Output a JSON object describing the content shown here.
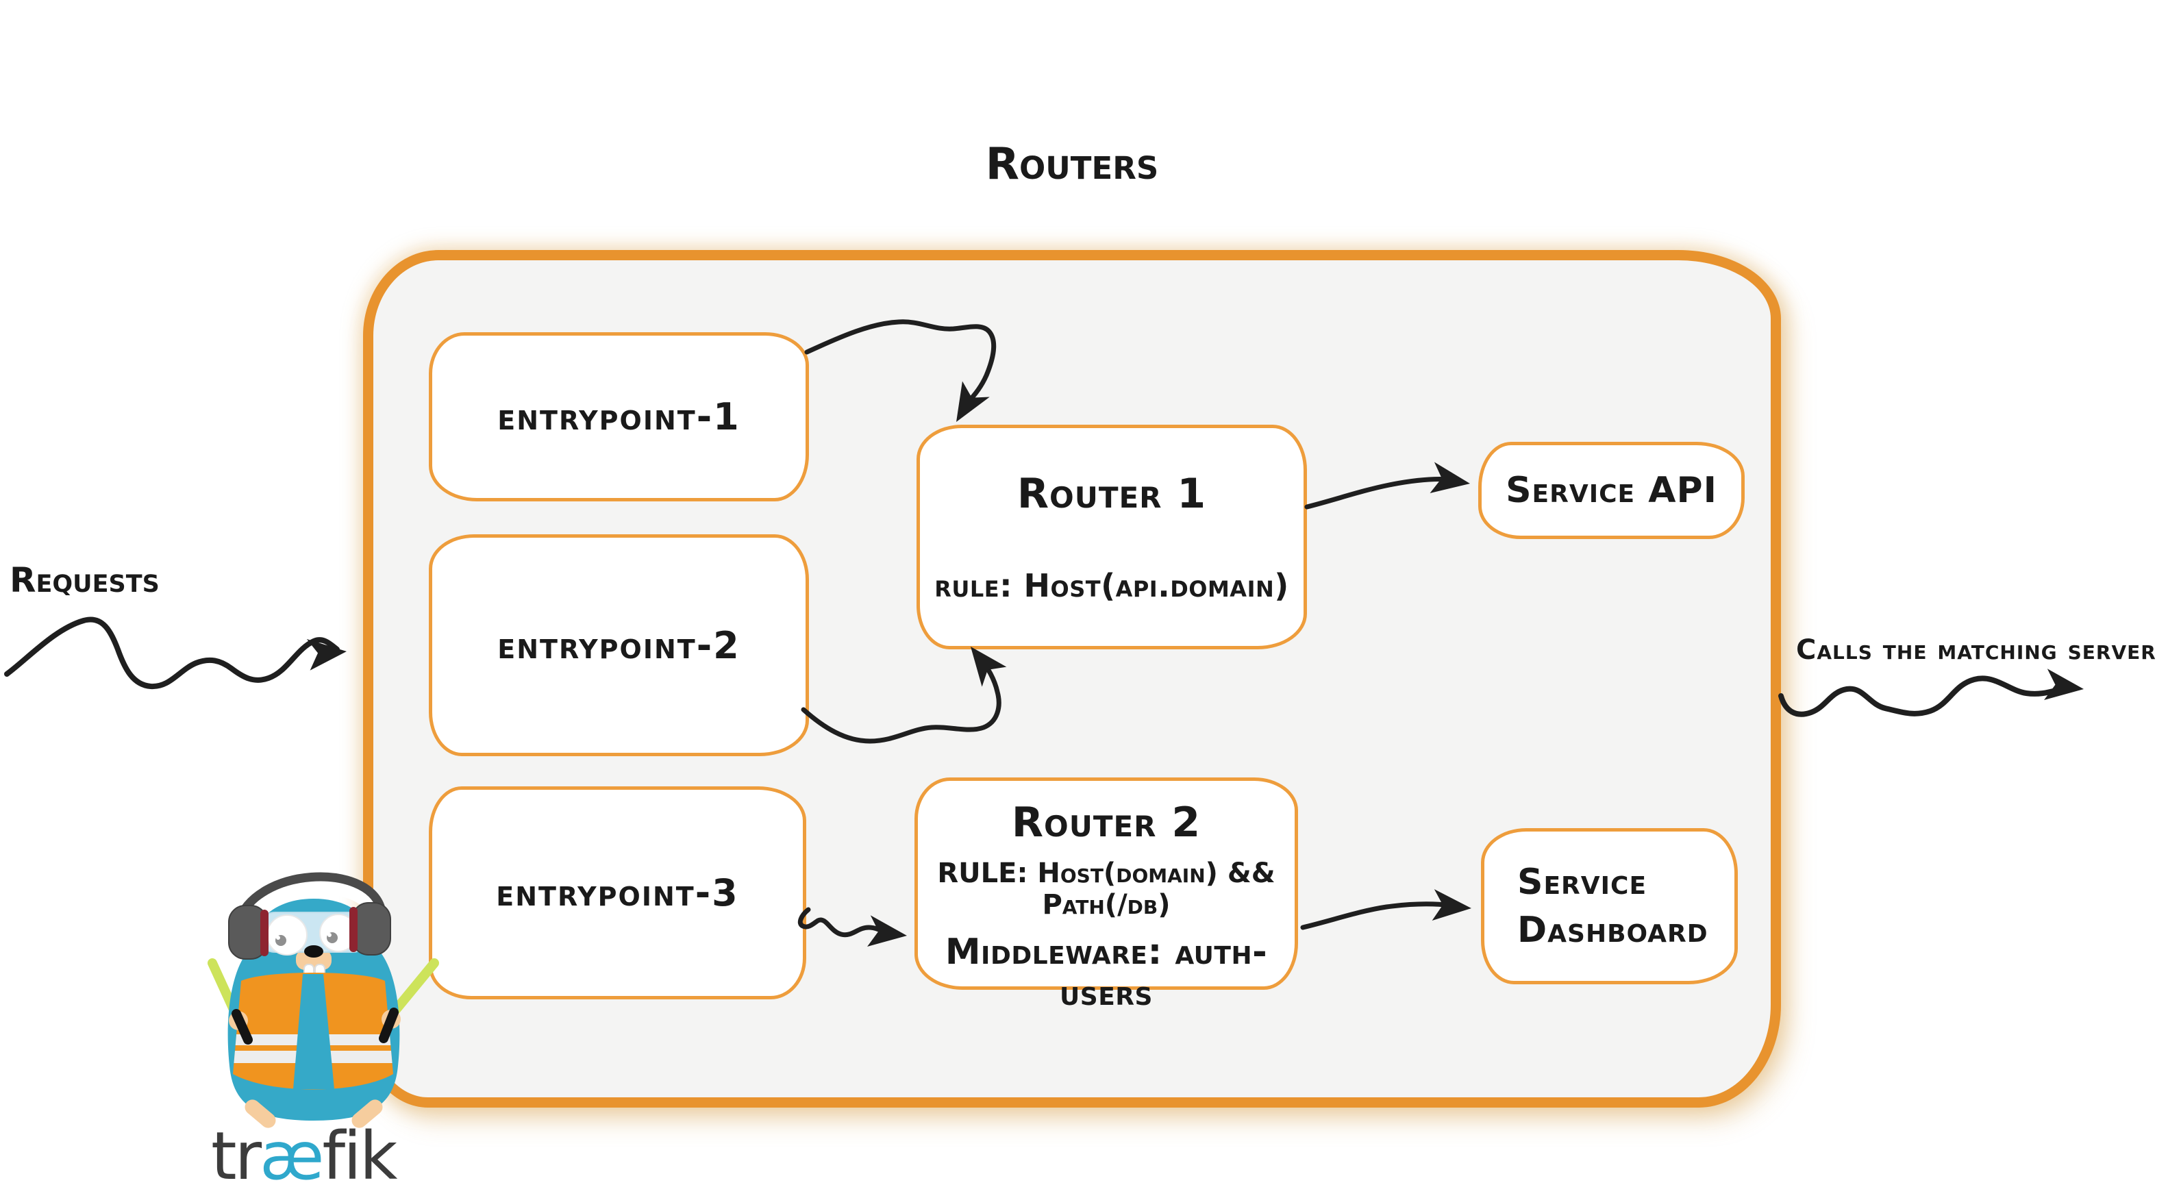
{
  "title": "Routers",
  "annotations": {
    "requests": "Requests",
    "calls_matching_server": "Calls the matching server"
  },
  "entrypoints": [
    {
      "label": "entrypoint-1"
    },
    {
      "label": "entrypoint-2"
    },
    {
      "label": "entrypoint-3"
    }
  ],
  "routers": [
    {
      "name": "Router 1",
      "rule": "rule: Host(api.domain)"
    },
    {
      "name": "Router 2",
      "rule": "RULE: Host(domain) && Path(/db)",
      "middleware": "Middleware: auth-users"
    }
  ],
  "services": [
    {
      "lines": [
        "Service API"
      ]
    },
    {
      "lines": [
        "Service",
        "Dashboard"
      ]
    }
  ],
  "logo": {
    "wordmark": {
      "pre": "tr",
      "ae": "æ",
      "post": "fik"
    }
  },
  "colors": {
    "frame_orange": "#e8932e",
    "node_border_orange": "#ee9d3c",
    "frame_fill": "#f4f4f3",
    "ink": "#1f1f1f",
    "gopher_blue": "#35a9c8",
    "vest_orange": "#f0941f",
    "stick_green": "#cde35b",
    "wordmark_gray": "#3c3c3c",
    "wordmark_blue": "#2fa8cc"
  }
}
